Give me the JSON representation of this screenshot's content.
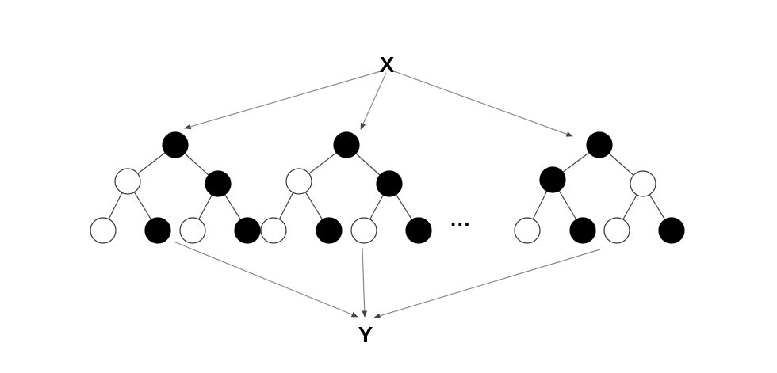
{
  "diagram": {
    "top_label": "X",
    "bottom_label": "Y",
    "ellipsis": "···",
    "colors": {
      "filled": "#000000",
      "empty": "#ffffff",
      "edge": "#444444",
      "arrow": "#8a8a8a"
    },
    "trees": [
      {
        "root": "filled",
        "left": "empty",
        "right": "filled",
        "leaves": [
          "empty",
          "filled",
          "empty",
          "filled"
        ]
      },
      {
        "root": "filled",
        "left": "empty",
        "right": "filled",
        "leaves": [
          "empty",
          "filled",
          "empty",
          "filled"
        ]
      },
      {
        "root": "filled",
        "left": "filled",
        "right": "empty",
        "leaves": [
          "empty",
          "filled",
          "empty",
          "filled"
        ]
      }
    ]
  }
}
